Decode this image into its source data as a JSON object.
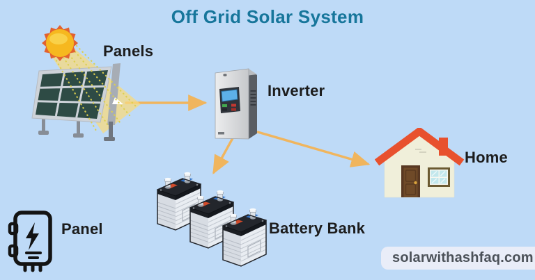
{
  "title": "Off Grid Solar System",
  "labels": {
    "panels": "Panels",
    "inverter": "Inverter",
    "home": "Home",
    "battery_bank": "Battery Bank",
    "panel": "Panel"
  },
  "watermark": "solarwithashfaq.com",
  "connections": [
    {
      "from": "Panels",
      "to": "Inverter"
    },
    {
      "from": "Inverter",
      "to": "Battery Bank"
    },
    {
      "from": "Inverter",
      "to": "Home"
    }
  ],
  "colors": {
    "background": "#bedaf7",
    "title_text": "#17769b",
    "label_text": "#1c1c1c",
    "arrow": "#f0b55e",
    "watermark_bg": "#e9edf8",
    "watermark_text": "#4b5158",
    "sun": "#f6b81f",
    "sun_spikes": "#e2612f",
    "panel_cell": "#2e4b45",
    "roof": "#e8512e",
    "house_wall": "#f0efda",
    "door": "#6f4a28",
    "window_pane": "#c2e7ec",
    "battery_top": "#23262c",
    "battery_body": "#d7dce3",
    "battery_red": "#d14a2a",
    "battery_blue": "#2f6fc4",
    "inverter_body": "#d9dadc",
    "inverter_screen": "#5db0e8"
  }
}
